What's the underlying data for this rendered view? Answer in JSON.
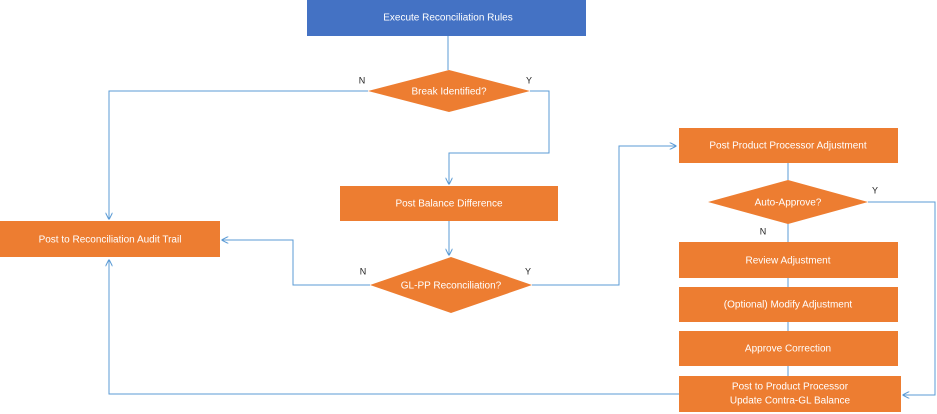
{
  "colors": {
    "process_fill": "#ed7d31",
    "start_fill": "#4472c4",
    "connector": "#5b9bd5",
    "label_text": "#ffffff",
    "branch_text": "#222222"
  },
  "nodes": {
    "execute_rules": "Execute Reconciliation Rules",
    "break_identified": "Break Identified?",
    "post_balance_difference": "Post Balance Difference",
    "gl_pp_reconciliation": "GL-PP Reconciliation?",
    "post_audit_trail": "Post to Reconciliation Audit Trail",
    "post_pp_adjustment": "Post Product Processor Adjustment",
    "auto_approve": "Auto-Approve?",
    "review_adjustment": "Review Adjustment",
    "modify_adjustment": "(Optional) Modify Adjustment",
    "approve_correction": "Approve Correction",
    "post_to_pp_line1": "Post to Product Processor",
    "post_to_pp_line2": "Update Contra-GL Balance"
  },
  "branch_labels": {
    "break_no": "N",
    "break_yes": "Y",
    "glpp_no": "N",
    "glpp_yes": "Y",
    "auto_no": "N",
    "auto_yes": "Y"
  }
}
